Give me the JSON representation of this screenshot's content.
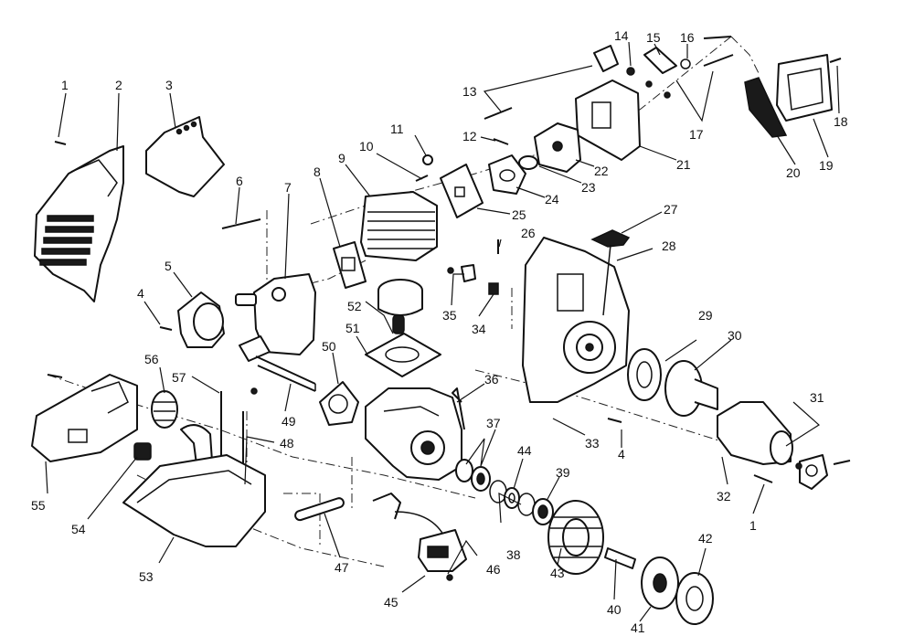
{
  "diagram": {
    "callouts": [
      "1",
      "2",
      "3",
      "4",
      "5",
      "6",
      "7",
      "8",
      "9",
      "10",
      "11",
      "12",
      "13",
      "14",
      "15",
      "16",
      "17",
      "18",
      "19",
      "20",
      "21",
      "22",
      "23",
      "24",
      "25",
      "26",
      "27",
      "28",
      "29",
      "30",
      "31",
      "32",
      "33",
      "34",
      "35",
      "36",
      "37",
      "38",
      "39",
      "40",
      "41",
      "42",
      "43",
      "44",
      "45",
      "46",
      "47",
      "48",
      "49",
      "50",
      "51",
      "52",
      "53",
      "54",
      "55",
      "56",
      "57"
    ],
    "extra_callouts": {
      "one_b": "1",
      "four_b": "4"
    }
  }
}
